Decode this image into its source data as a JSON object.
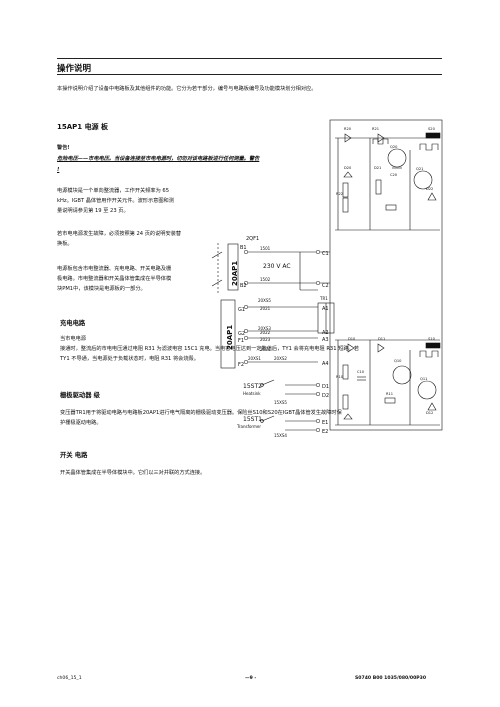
{
  "header": {
    "title": "操作说明",
    "intro": "本操作说明介绍了设备中电路板及其他组件的功能。它分为若干部分，编号与电路板编号及功能模块划分相对应。"
  },
  "section_power": {
    "title": "15AP1 电源 板",
    "warning_label": "警告!",
    "warning_text_a": "危险电压——市电电压。当设备连接至市电电源时，切勿对该电路板进行任何测量。警告",
    "warning_text_b": "!",
    "para1": [
      "电源模块是一个单向整流器，工作开关频率为 65",
      "kHz。IGBT 晶体管用作开关元件。波形示意图和测",
      "量说明请参见第 19 至 23 页。"
    ],
    "para2": [
      "若市电电源发生故障，必须按照第 24 页的说明安装替",
      "换板。"
    ],
    "para3": [
      "电源板包含市电整流器、充电电路、开关电路及栅",
      "极电路。市电整流器和开关晶体管集成在半导体模",
      "块PM1中，该模块是电源板的一部分。"
    ]
  },
  "section_charge": {
    "title": "充电电路",
    "para": [
      "当市电电源",
      "接通时，整流后的市电电压通过电阻 R31 为滤波电容 15C1 充电。当电容电压达到一定数值后，TY1 会将充电电阻 R31 短路。若",
      "TY1 不导通，当电源处于负载状态时，电阻 R31 将会烧毁。"
    ]
  },
  "section_gate": {
    "title": "栅极驱动器 级",
    "para": [
      "变压器TR1用于将驱动电路与电路板20AP1进行电气隔离的栅极驱动变压器。保险丝S10和S20在IGBT晶体管发生故障时保",
      "护栅极驱动电路。"
    ]
  },
  "section_switch": {
    "title": "开关 电路",
    "para": "开关晶体管集成在半导体模块中。它们以三对并联的方式连接。"
  },
  "diagram": {
    "qf": "2QF1",
    "board_left_top": "20AP1",
    "board_left_bottom": "20AP1",
    "ac": "230 V AC",
    "wire_1501": "1501",
    "wire_1502": "1502",
    "pins_top": [
      "B1",
      "B2"
    ],
    "pins_top_r": [
      "C1",
      "C2"
    ],
    "xs_main": "20XS5",
    "wire_2021": "2021",
    "wire_2022": "2022",
    "xs_23": "20XS3",
    "wire_2023": "2023",
    "wire_2024": "2024",
    "xs_21": "20XS1",
    "xs_22": "20XS2",
    "pins_g": [
      "G1",
      "G2",
      "F1",
      "F2"
    ],
    "pins_a": [
      "A1",
      "A2",
      "A3",
      "A4"
    ],
    "heatsink_id": "15ST2",
    "heatsink": "Heatsink",
    "xs_heat": "15XS5",
    "transformer_id": "15ST1",
    "transformer": "Transformer",
    "xs_tr": "15XS4",
    "pins_d": [
      "D1",
      "D2"
    ],
    "pins_e": [
      "E1",
      "E2"
    ],
    "tr1": "TR1",
    "comp": [
      "R20",
      "R21",
      "S20",
      "Q20",
      "Q21",
      "R22",
      "D20",
      "D21",
      "D22",
      "C20",
      "R10",
      "R11",
      "S10",
      "Q10",
      "Q11",
      "C10",
      "D10",
      "D11",
      "D12"
    ]
  },
  "footer": {
    "left": "ch06_15_1",
    "center": "—9 -",
    "right": "S0740 B00 1035/080/00P30"
  }
}
